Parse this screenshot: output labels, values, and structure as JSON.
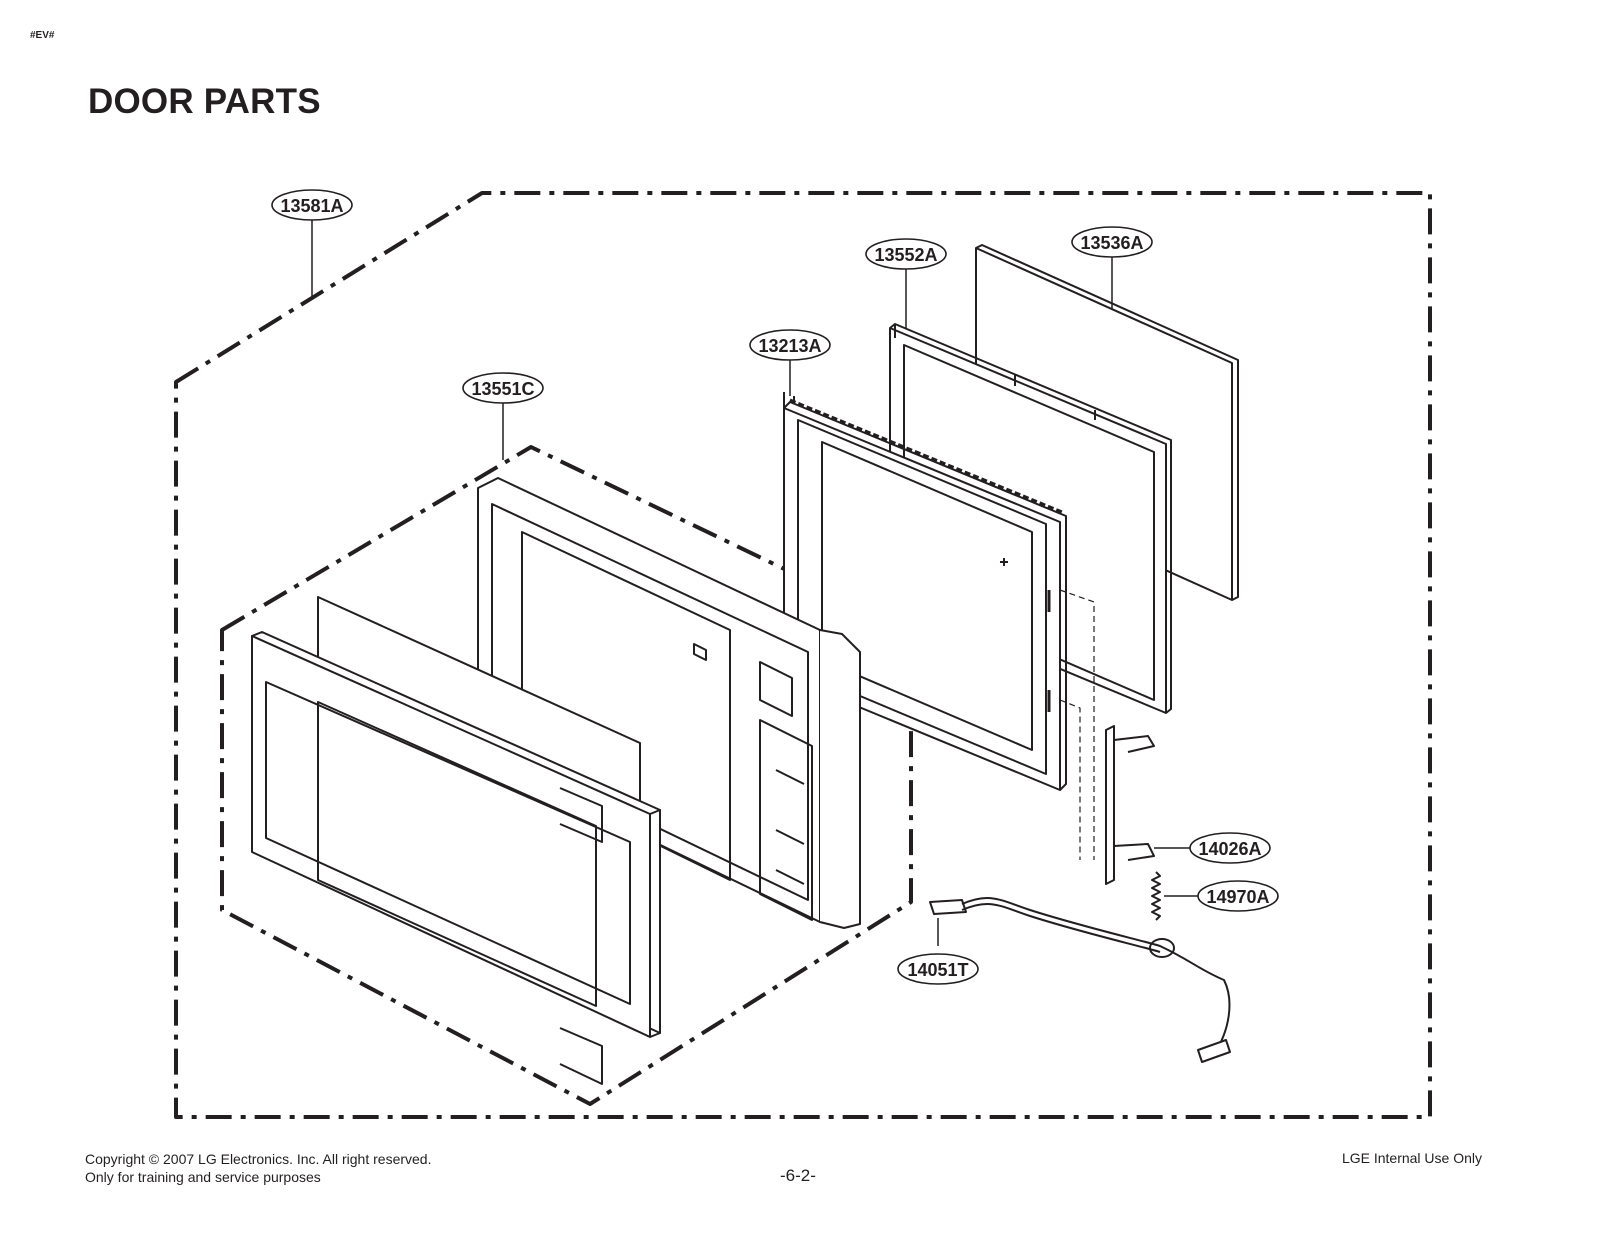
{
  "header": {
    "corner_tag": "#EV#",
    "title": "DOOR PARTS"
  },
  "callouts": [
    {
      "id": "assembly",
      "label": "13581A"
    },
    {
      "id": "glass",
      "label": "13552A"
    },
    {
      "id": "screen",
      "label": "13536A"
    },
    {
      "id": "inner-door",
      "label": "13213A"
    },
    {
      "id": "front-frame",
      "label": "13551C"
    },
    {
      "id": "latch-hook",
      "label": "14026A"
    },
    {
      "id": "spring",
      "label": "14970A"
    },
    {
      "id": "harness",
      "label": "14051T"
    }
  ],
  "footer": {
    "copyright": "Copyright © 2007 LG Electronics. Inc. All right reserved.",
    "note": "Only for training and service purposes",
    "page_number": "-6-2-",
    "classification": "LGE Internal Use Only"
  }
}
